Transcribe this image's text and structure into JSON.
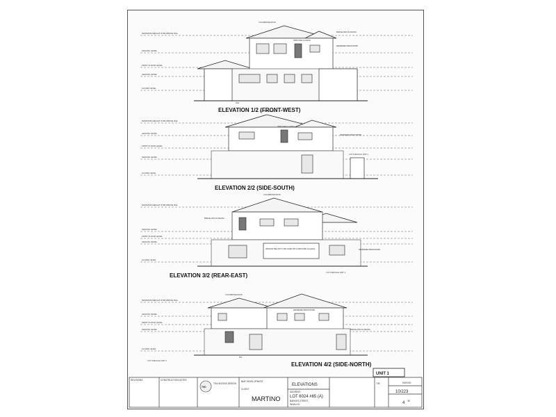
{
  "levels": {
    "max_height": "MAXIMUM HEIGHT 8.5M ABOVE NGL",
    "ridge": "RIDGE LEVEL",
    "upper_ceiling": "CEILING LEVEL",
    "upper_floor": "FIRST FLOOR LEVEL",
    "lower_ceiling": "CEILING LEVEL",
    "floor": "FLOOR LEVEL"
  },
  "elevations": [
    {
      "title": "ELEVATION 1/2 (FRONT-WEST)"
    },
    {
      "title": "ELEVATION 2/2 (SIDE-SOUTH)"
    },
    {
      "title": "ELEVATION 3/2 (REAR-EAST)"
    },
    {
      "title": "ELEVATION 4/2 (SIDE-NORTH)"
    }
  ],
  "annotations": {
    "colorbond_roof": "COLORBOND ROOF",
    "rendered_brickwork": "RENDERED BRICKWORK",
    "obscure_glazing": "OBSCURE GLAZING",
    "barge_flashing": "BARGE AND FLASHING",
    "cut_through_unit": "CUT THROUGH UNIT 1",
    "window_note": "WINDOW BELOW TO BE FIXED WITH OBSCURE GLAZING",
    "ngl": "NGL",
    "ffl": "FFL"
  },
  "unit_tag": "UNIT 1",
  "title_block": {
    "notes_header": "REVISIONS",
    "construction_header": "CONSTRUCTION NOTES",
    "firm_logo": "THD",
    "firm_name": "TIM HIGGINS DESIGN",
    "client_label": "CLIENT",
    "client": "MARTINO",
    "project_label": "BMF DEVELOPMENT",
    "sheet_title": "ELEVATIONS",
    "address_label": "ADDRESS",
    "address_line1": "LOT 6024 #65 (A)",
    "address_line2": "BARNES STREET,",
    "address_line3": "INNALOO.",
    "drawn_by": "TIM",
    "date": "00/00/00",
    "job_no": "10/223",
    "sheet_no": "4",
    "sheet_total": "38"
  }
}
